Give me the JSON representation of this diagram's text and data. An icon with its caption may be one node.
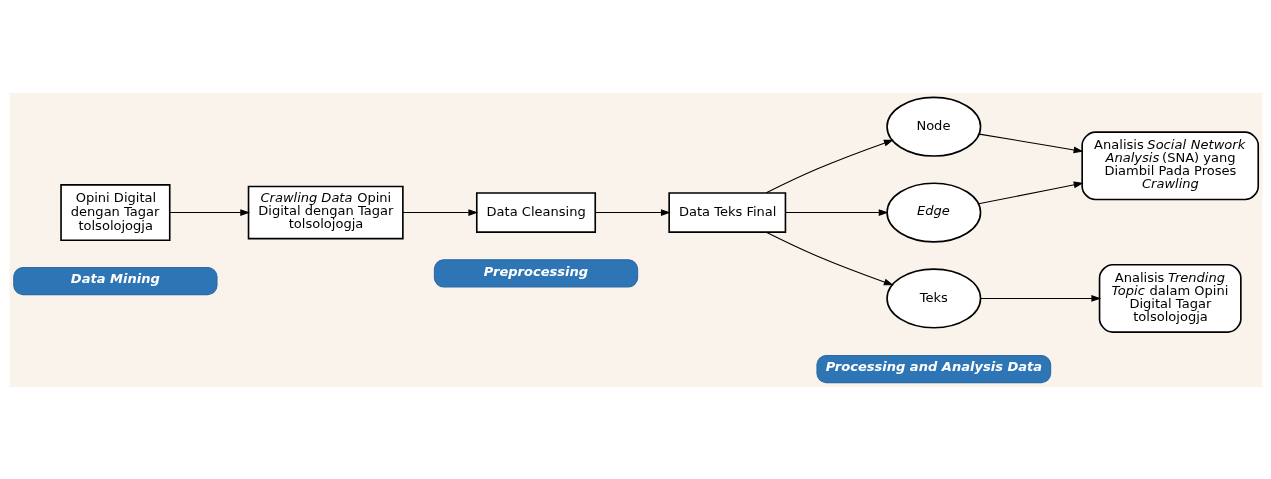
{
  "diagram": {
    "nodes": [
      {
        "text": [
          "Data Mining"
        ]
      },
      {
        "text": [
          "Preprocessing"
        ]
      },
      {
        "text": [
          "Processing and Analysis Data"
        ]
      },
      {
        "text": [
          "Opini Digital dengan Tagar tolsolojogja"
        ]
      },
      {
        "text": [
          "*Crawling Data* Opini Digital dengan Tagar tolsolojogja"
        ]
      },
      {
        "text": [
          "Data Cleansing"
        ]
      },
      {
        "text": [
          "Data Teks Final"
        ]
      },
      {
        "text": [
          "Node"
        ]
      },
      {
        "text": [
          "Edge"
        ]
      },
      {
        "text": [
          "Teks"
        ]
      },
      {
        "text": [
          "Analisis *Social Network Analysis* (SNA) yang Diambil Pada Proses *Crawling*"
        ]
      },
      {
        "text": [
          "Analisis *Trending Topic* dalam Opini Digital Tagar tolsolojogja"
        ]
      }
    ],
    "edges": [
      {
        "from": 3,
        "to": 4,
        "arrow": "to"
      },
      {
        "from": 4,
        "to": 5,
        "arrow": "to"
      },
      {
        "from": 5,
        "to": 6,
        "arrow": "to"
      },
      {
        "from": 6,
        "to": 7,
        "arrow": "to"
      },
      {
        "from": 6,
        "to": 8,
        "arrow": "to"
      },
      {
        "from": 6,
        "to": 9,
        "arrow": "to"
      },
      {
        "from": 7,
        "to": 10,
        "arrow": "to"
      },
      {
        "from": 8,
        "to": 10,
        "arrow": "to"
      },
      {
        "from": 9,
        "to": 11,
        "arrow": "to"
      }
    ]
  }
}
